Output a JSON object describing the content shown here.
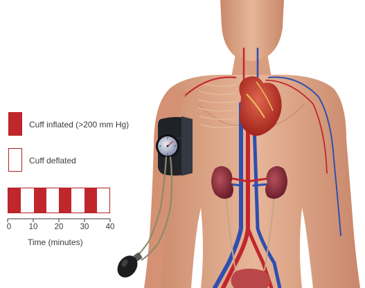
{
  "legend": {
    "inflated_label": "Cuff inflated (>200 mm Hg)",
    "deflated_label": "Cuff deflated",
    "inflated_color": "#c0272d",
    "deflated_color": "#ffffff"
  },
  "timeline": {
    "segments": [
      "inflated",
      "deflated",
      "inflated",
      "deflated",
      "inflated",
      "deflated",
      "inflated",
      "deflated"
    ],
    "ticks": [
      "0",
      "10",
      "20",
      "30",
      "40"
    ],
    "axis_title": "Time (minutes)"
  },
  "illustration": {
    "subject": "human torso anatomy with blood pressure cuff on upper arm",
    "parts": [
      "blood-pressure-cuff",
      "pressure-gauge",
      "inflation-bulb",
      "heart",
      "kidneys",
      "aorta",
      "vena-cava",
      "bladder"
    ]
  }
}
